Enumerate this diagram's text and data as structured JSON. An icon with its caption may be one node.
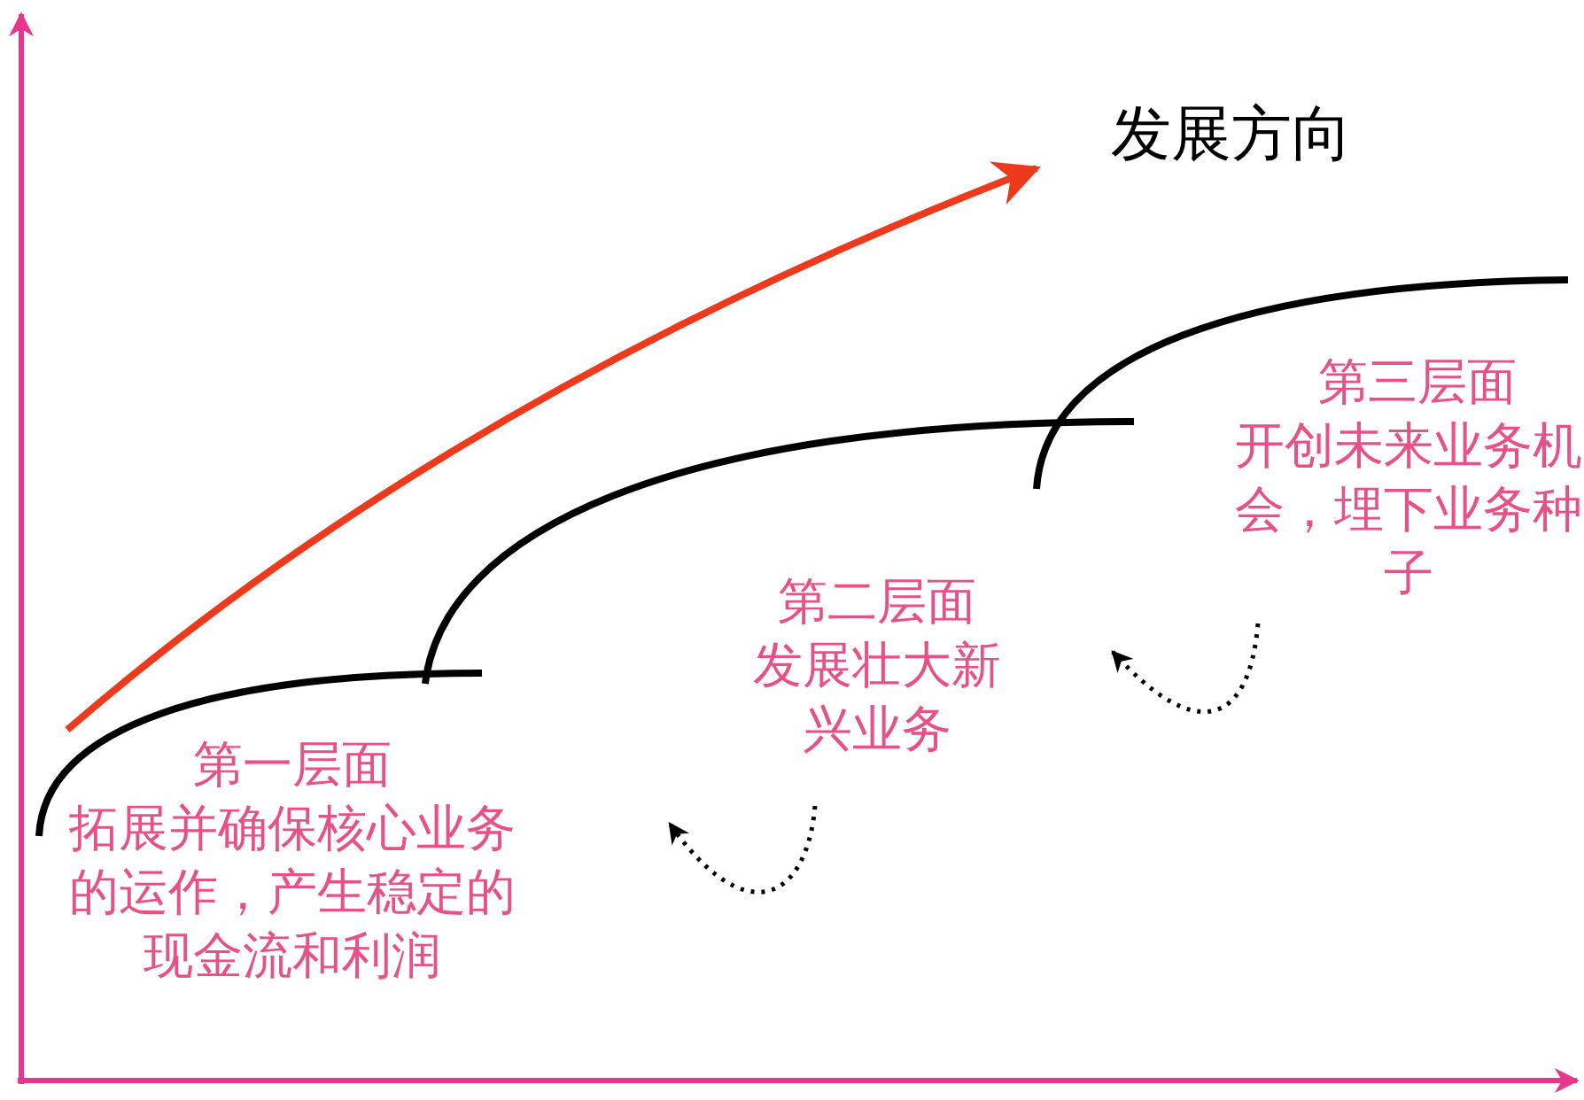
{
  "diagram": {
    "labels": [
      "发展方向",
      "第三层面",
      "开创未来业务机会，埋下业务种子",
      "第二层面",
      "发展壮大新兴业务",
      "第一层面",
      "拓展并确保核心业务的运作，产生稳定的现金流和利润"
    ]
  }
}
